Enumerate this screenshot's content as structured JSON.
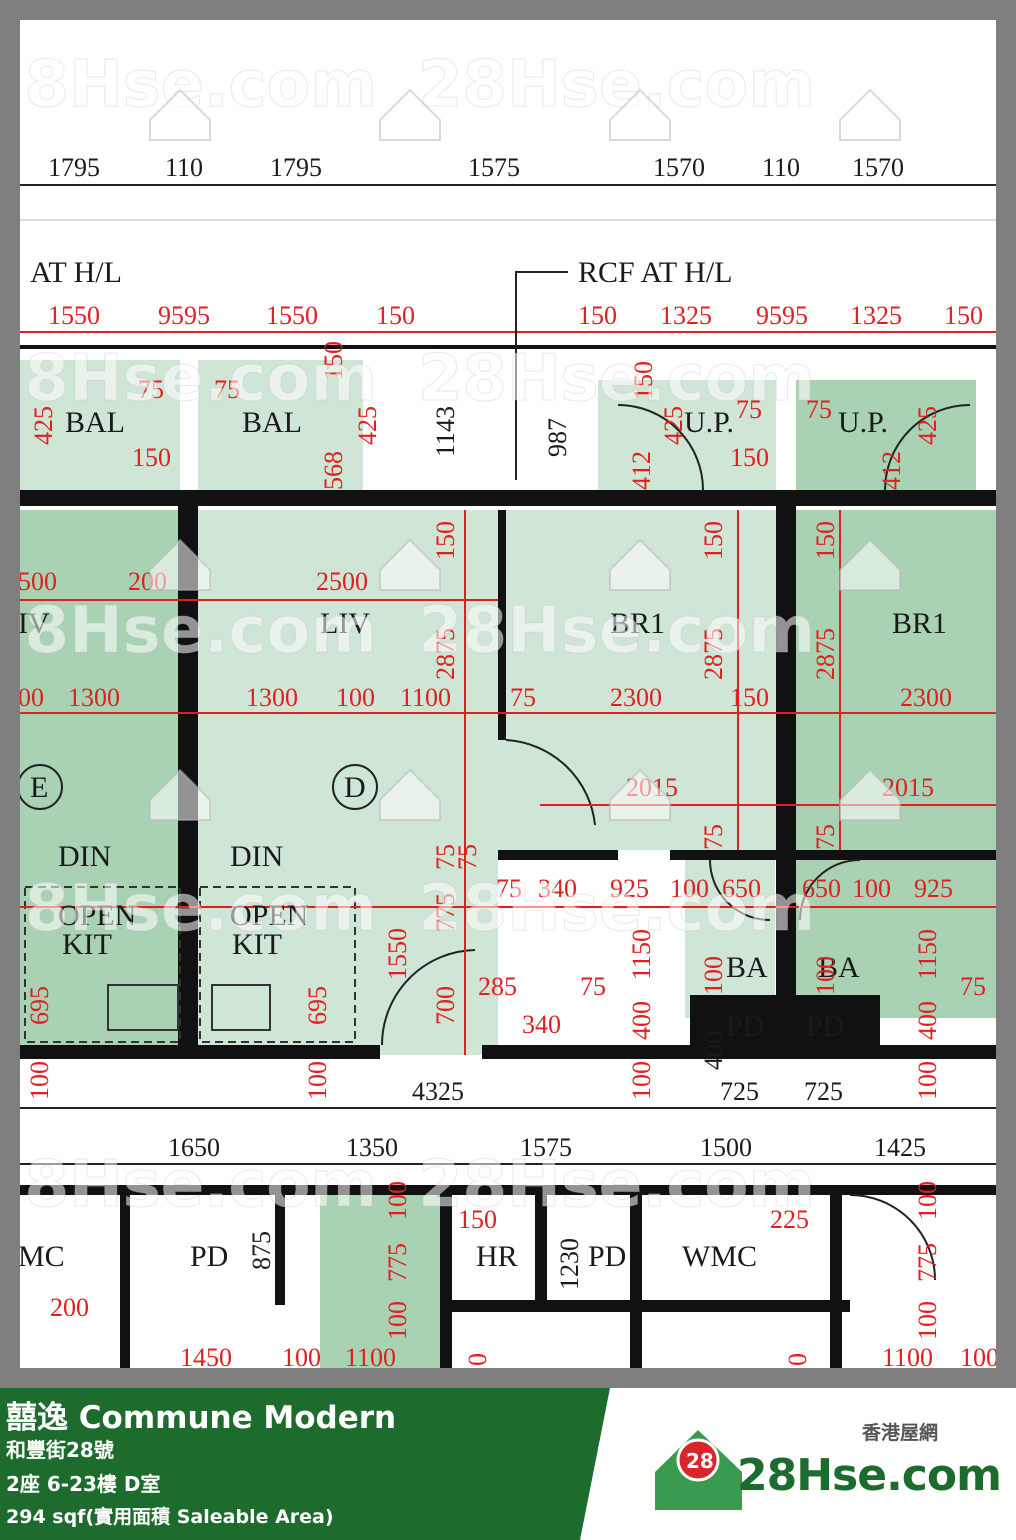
{
  "top_dims": [
    "1795",
    "110",
    "1795",
    "1575",
    "1570",
    "110",
    "1570"
  ],
  "labels": {
    "at_hl": "AT H/L",
    "rcf_at_hl": "RCF AT H/L"
  },
  "red_top": [
    "1550",
    "9595",
    "1550",
    "150",
    "150",
    "1325",
    "9595",
    "1325",
    "150"
  ],
  "rooms": {
    "bal": "BAL",
    "up": "U.P.",
    "liv": "LIV",
    "br1": "BR1",
    "din": "DIN",
    "open": "OPEN",
    "kit": "KIT",
    "ba": "BA",
    "pd": "PD",
    "hr": "HR",
    "wmc": "WMC",
    "mc_partial": "MC",
    "iv_partial": "IV"
  },
  "unit_markers": [
    "E",
    "D"
  ],
  "black_dims": [
    "1143",
    "987"
  ],
  "red_dims_row1": [
    "500",
    "200",
    "2500"
  ],
  "red_dims_row2": [
    "00",
    "1300",
    "1300",
    "100",
    "1100",
    "75",
    "2300",
    "150",
    "2300"
  ],
  "red_misc": [
    "425",
    "75",
    "75",
    "425",
    "150",
    "568",
    "150",
    "412",
    "425",
    "75",
    "75",
    "150",
    "150",
    "412",
    "425",
    "150",
    "150",
    "150",
    "2875",
    "2875",
    "2875",
    "2015",
    "2015",
    "75",
    "75",
    "75",
    "75",
    "775",
    "75",
    "340",
    "925",
    "100",
    "650",
    "650",
    "100",
    "925",
    "1150",
    "1150",
    "1550",
    "700",
    "285",
    "75",
    "340",
    "400",
    "100",
    "100",
    "75",
    "400",
    "695",
    "695",
    "100",
    "100",
    "100",
    "100",
    "400"
  ],
  "mid_dims": [
    "4325",
    "725",
    "725"
  ],
  "lower_dims": [
    "1650",
    "1350",
    "1575",
    "1500",
    "1425"
  ],
  "lower_red": [
    "875",
    "100",
    "775",
    "100",
    "150",
    "1230",
    "225",
    "100",
    "775",
    "100",
    "200",
    "1450",
    "100",
    "1100",
    "1100",
    "100",
    "0",
    "0"
  ],
  "watermark": "28Hse.com",
  "watermark_badge": "28",
  "footer": {
    "title": "囍逸 Commune Modern",
    "address": "和豐街28號",
    "unit": "2座 6-23樓 D室",
    "area": "294 sqf(實用面積 Saleable Area)",
    "logo_cn": "香港屋網",
    "logo_text": "28Hse.com",
    "logo_badge": "28"
  },
  "colors": {
    "room_green": "#cfe5d5",
    "room_green_dark": "#a8d2b3",
    "wall": "#111111",
    "dim_red": "#e02020",
    "footer_green": "#1d6b2d",
    "frame_grey": "#7f7f7f"
  }
}
